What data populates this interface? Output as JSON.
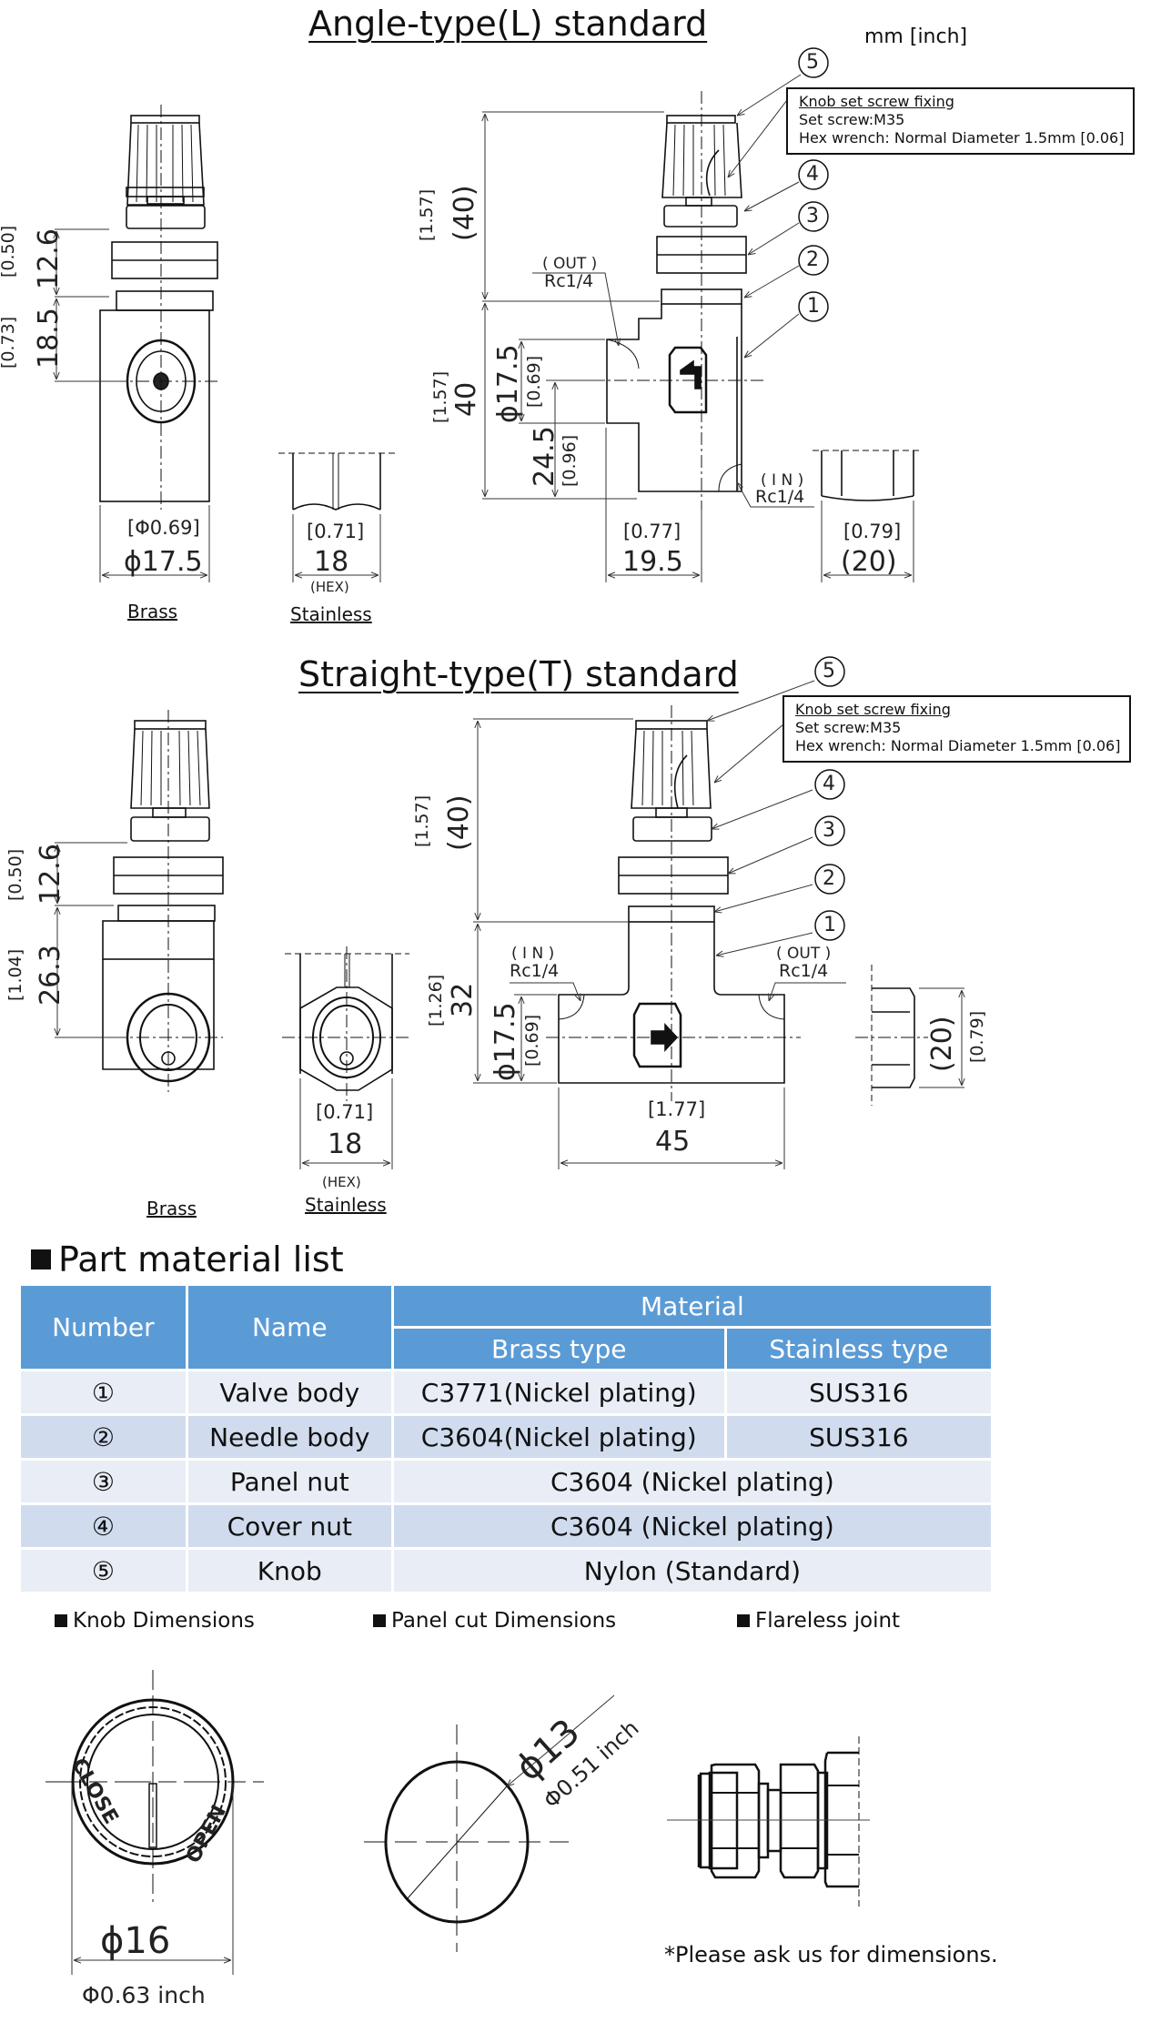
{
  "units_label": "mm [inch]",
  "callout": {
    "title": "Knob set screw fixing",
    "line1": "Set screw:M35",
    "line2": "Hex wrench: Normal Diameter 1.5mm [0.06]"
  },
  "angle": {
    "title": "Angle-type(L) standard",
    "side": {
      "dim_upper_mm": "12.6",
      "dim_upper_in": "[0.50]",
      "dim_lower_mm": "18.5",
      "dim_lower_in": "[0.73]",
      "dia_in": "[Φ0.69]",
      "dia_mm": "ϕ17.5",
      "label": "Brass"
    },
    "hex": {
      "in": "[0.71]",
      "mm": "18",
      "hex": "(HEX)",
      "label": "Stainless"
    },
    "front": {
      "top_mm": "(40)",
      "top_in": "[1.57]",
      "body_mm": "40",
      "body_in": "[1.57]",
      "port_mm": "ϕ17.5",
      "port_in": "[0.69]",
      "center_mm": "24.5",
      "center_in": "[0.96]",
      "width_in": "[0.77]",
      "width_mm": "19.5",
      "out_label": "( OUT )",
      "out_thread": "Rc1/4",
      "in_label": "( I N )",
      "in_thread": "Rc1/4"
    },
    "right": {
      "in": "[0.79]",
      "mm": "(20)"
    },
    "balloons": [
      "5",
      "4",
      "3",
      "2",
      "1"
    ]
  },
  "straight": {
    "title": "Straight-type(T) standard",
    "side": {
      "dim_upper_mm": "12.6",
      "dim_upper_in": "[0.50]",
      "dim_lower_mm": "26.3",
      "dim_lower_in": "[1.04]",
      "label": "Brass"
    },
    "hex": {
      "in": "[0.71]",
      "mm": "18",
      "hex": "(HEX)",
      "label": "Stainless"
    },
    "front": {
      "top_mm": "(40)",
      "top_in": "[1.57]",
      "body_mm": "32",
      "body_in": "[1.26]",
      "port_mm": "ϕ17.5",
      "port_in": "[0.69]",
      "width_in": "[1.77]",
      "width_mm": "45",
      "in_label": "( I N )",
      "in_thread": "Rc1/4",
      "out_label": "( OUT )",
      "out_thread": "Rc1/4"
    },
    "right": {
      "mm": "(20)",
      "in": "[0.79]"
    },
    "balloons": [
      "5",
      "4",
      "3",
      "2",
      "1"
    ]
  },
  "materials": {
    "heading": "Part material list",
    "headers": {
      "number": "Number",
      "name": "Name",
      "material": "Material",
      "brass": "Brass type",
      "stainless": "Stainless type"
    },
    "rows": [
      {
        "num": "①",
        "name": "Valve body",
        "brass": "C3771(Nickel plating)",
        "stainless": "SUS316"
      },
      {
        "num": "②",
        "name": "Needle body",
        "brass": "C3604(Nickel plating)",
        "stainless": "SUS316"
      },
      {
        "num": "③",
        "name": "Panel nut",
        "merged": "C3604 (Nickel plating)"
      },
      {
        "num": "④",
        "name": "Cover nut",
        "merged": "C3604 (Nickel plating)"
      },
      {
        "num": "⑤",
        "name": "Knob",
        "merged": "Nylon (Standard)"
      }
    ],
    "colors": {
      "header": "#5b9bd5",
      "row_light": "#e9edf5",
      "row_dark": "#d0dcee"
    }
  },
  "knob": {
    "heading": "Knob Dimensions",
    "close": "CLOSE",
    "open": "OPEN",
    "dia_mm": "ϕ16",
    "dia_in": "Φ0.63 inch"
  },
  "panel": {
    "heading": "Panel cut Dimensions",
    "dia_mm": "ϕ13",
    "dia_in": "Φ0.51 inch"
  },
  "flareless": {
    "heading": "Flareless joint",
    "note": "*Please ask us for dimensions."
  }
}
